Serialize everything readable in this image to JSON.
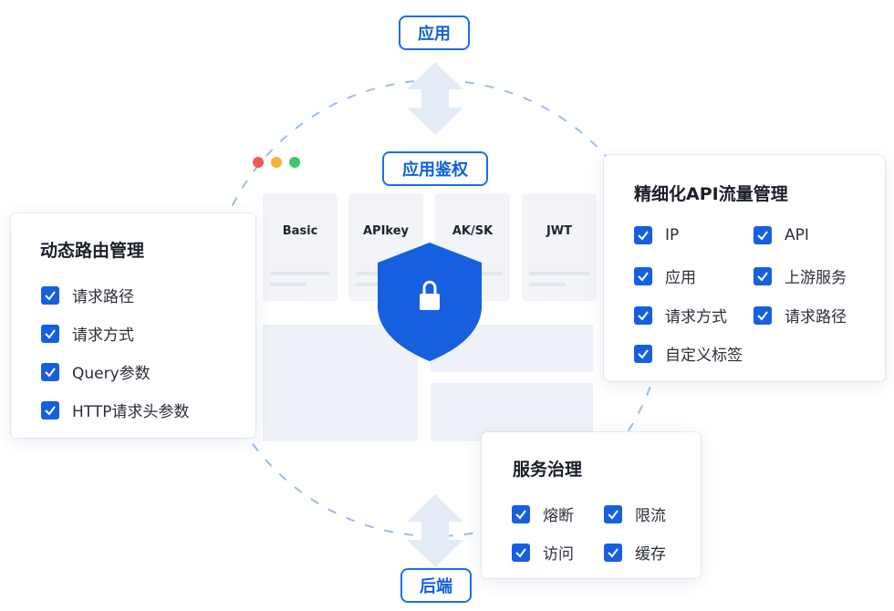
{
  "top_tag": "应用",
  "bottom_tag": "后端",
  "center_tag": "应用鉴权",
  "window_dots": {
    "red": "#ee5a52",
    "yellow": "#f4b23c",
    "green": "#3cc66e"
  },
  "auth_methods": [
    "Basic",
    "APIkey",
    "AK/SK",
    "JWT"
  ],
  "shield": {
    "icon": "lock-icon",
    "color": "#1660e0"
  },
  "left_panel": {
    "title": "动态路由管理",
    "items": [
      "请求路径",
      "请求方式",
      "Query参数",
      "HTTP请求头参数"
    ]
  },
  "right_panel": {
    "title": "精细化API流量管理",
    "items": [
      "IP",
      "API",
      "应用",
      "上游服务",
      "请求方式",
      "请求路径",
      "自定义标签"
    ]
  },
  "bottom_panel": {
    "title": "服务治理",
    "items": [
      "熔断",
      "限流",
      "访问",
      "缓存"
    ]
  },
  "colors": {
    "accent": "#1660e0",
    "dash": "#9bbcea",
    "arrow": "#e3ebf7"
  }
}
